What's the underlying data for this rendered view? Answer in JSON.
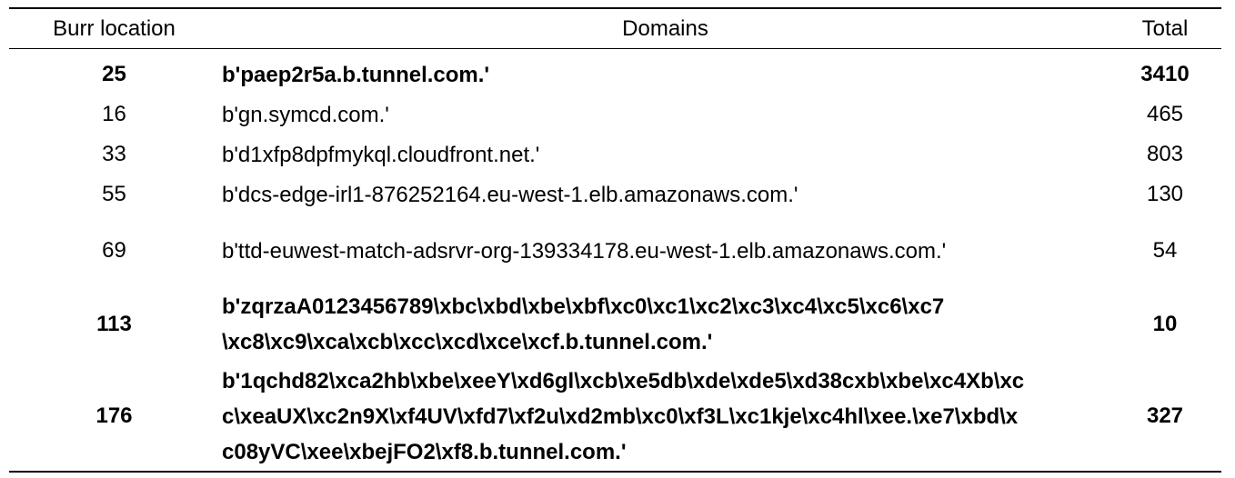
{
  "table": {
    "headers": {
      "location": "Burr location",
      "domains": "Domains",
      "total": "Total"
    },
    "rows": [
      {
        "location": "25",
        "domain_lines": [
          "b'paep2r5a.b.tunnel.com.'"
        ],
        "total": "3410",
        "bold": true
      },
      {
        "location": "16",
        "domain_lines": [
          "b'gn.symcd.com.'"
        ],
        "total": "465",
        "bold": false
      },
      {
        "location": "33",
        "domain_lines": [
          "b'd1xfp8dpfmykql.cloudfront.net.'"
        ],
        "total": "803",
        "bold": false
      },
      {
        "location": "55",
        "domain_lines": [
          "b'dcs-edge-irl1-876252164.eu-west-1.elb.amazonaws.com.'"
        ],
        "total": "130",
        "bold": false
      },
      {
        "location": "69",
        "domain_lines": [
          "b'ttd-euwest-match-adsrvr-org-139334178.eu-west-1.elb.amazonaws.com.'"
        ],
        "total": "54",
        "bold": false
      },
      {
        "location": "113",
        "domain_lines": [
          "b'zqrzaA0123456789\\xbc\\xbd\\xbe\\xbf\\xc0\\xc1\\xc2\\xc3\\xc4\\xc5\\xc6\\xc7",
          "\\xc8\\xc9\\xca\\xcb\\xcc\\xcd\\xce\\xcf.b.tunnel.com.'"
        ],
        "total": "10",
        "bold": true
      },
      {
        "location": "176",
        "domain_lines": [
          "b'1qchd82\\xca2hb\\xbe\\xeeY\\xd6gl\\xcb\\xe5db\\xde\\xde5\\xd38cxb\\xbe\\xc4Xb\\xc",
          "c\\xeaUX\\xc2n9X\\xf4UV\\xfd7\\xf2u\\xd2mb\\xc0\\xf3L\\xc1kje\\xc4hl\\xee.\\xe7\\xbd\\x",
          "c08yVC\\xee\\xbejFO2\\xf8.b.tunnel.com.'"
        ],
        "total": "327",
        "bold": true
      }
    ]
  }
}
